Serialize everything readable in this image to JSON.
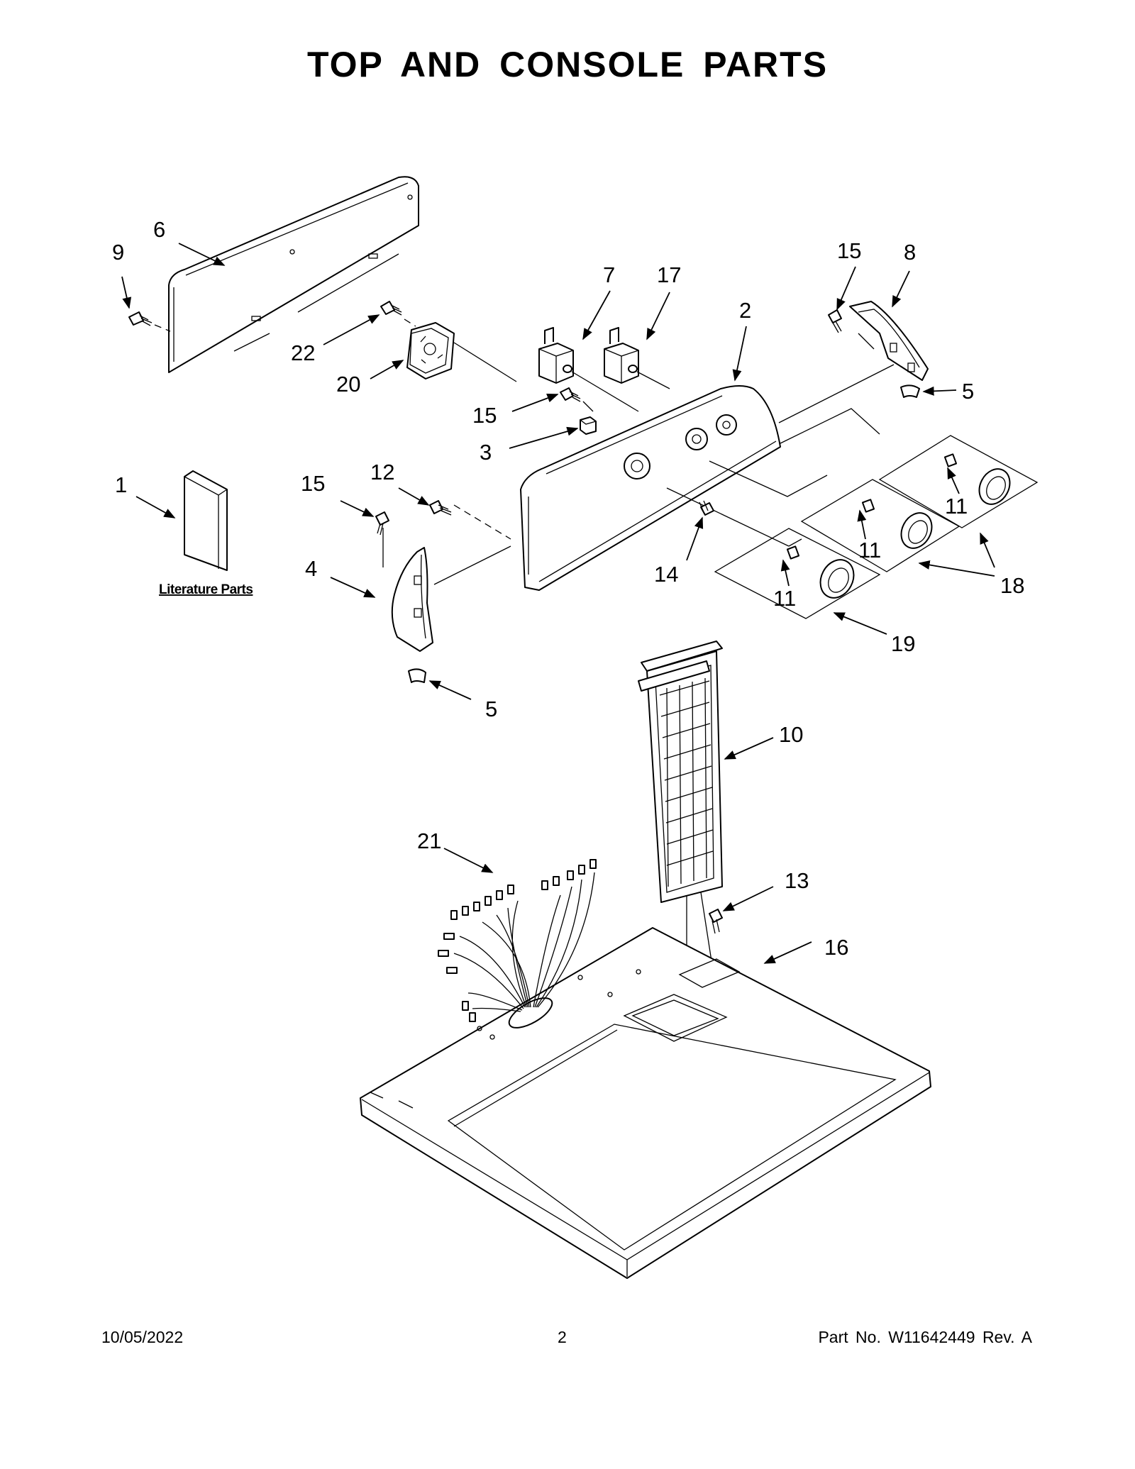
{
  "page": {
    "title": "TOP AND CONSOLE PARTS",
    "footer": {
      "date": "10/05/2022",
      "page_number": "2",
      "part_number": "Part No.  W11642449   Rev.  A"
    }
  },
  "diagram": {
    "literature_label": "Literature Parts",
    "callouts": {
      "c1": "1",
      "c2": "2",
      "c3": "3",
      "c4": "4",
      "c5a": "5",
      "c5b": "5",
      "c6": "6",
      "c7": "7",
      "c8": "8",
      "c9": "9",
      "c10": "10",
      "c11a": "11",
      "c11b": "11",
      "c11c": "11",
      "c12": "12",
      "c13": "13",
      "c14": "14",
      "c15a": "15",
      "c15b": "15",
      "c15c": "15",
      "c16": "16",
      "c17": "17",
      "c18": "18",
      "c19": "19",
      "c20": "20",
      "c21": "21",
      "c22": "22"
    }
  }
}
